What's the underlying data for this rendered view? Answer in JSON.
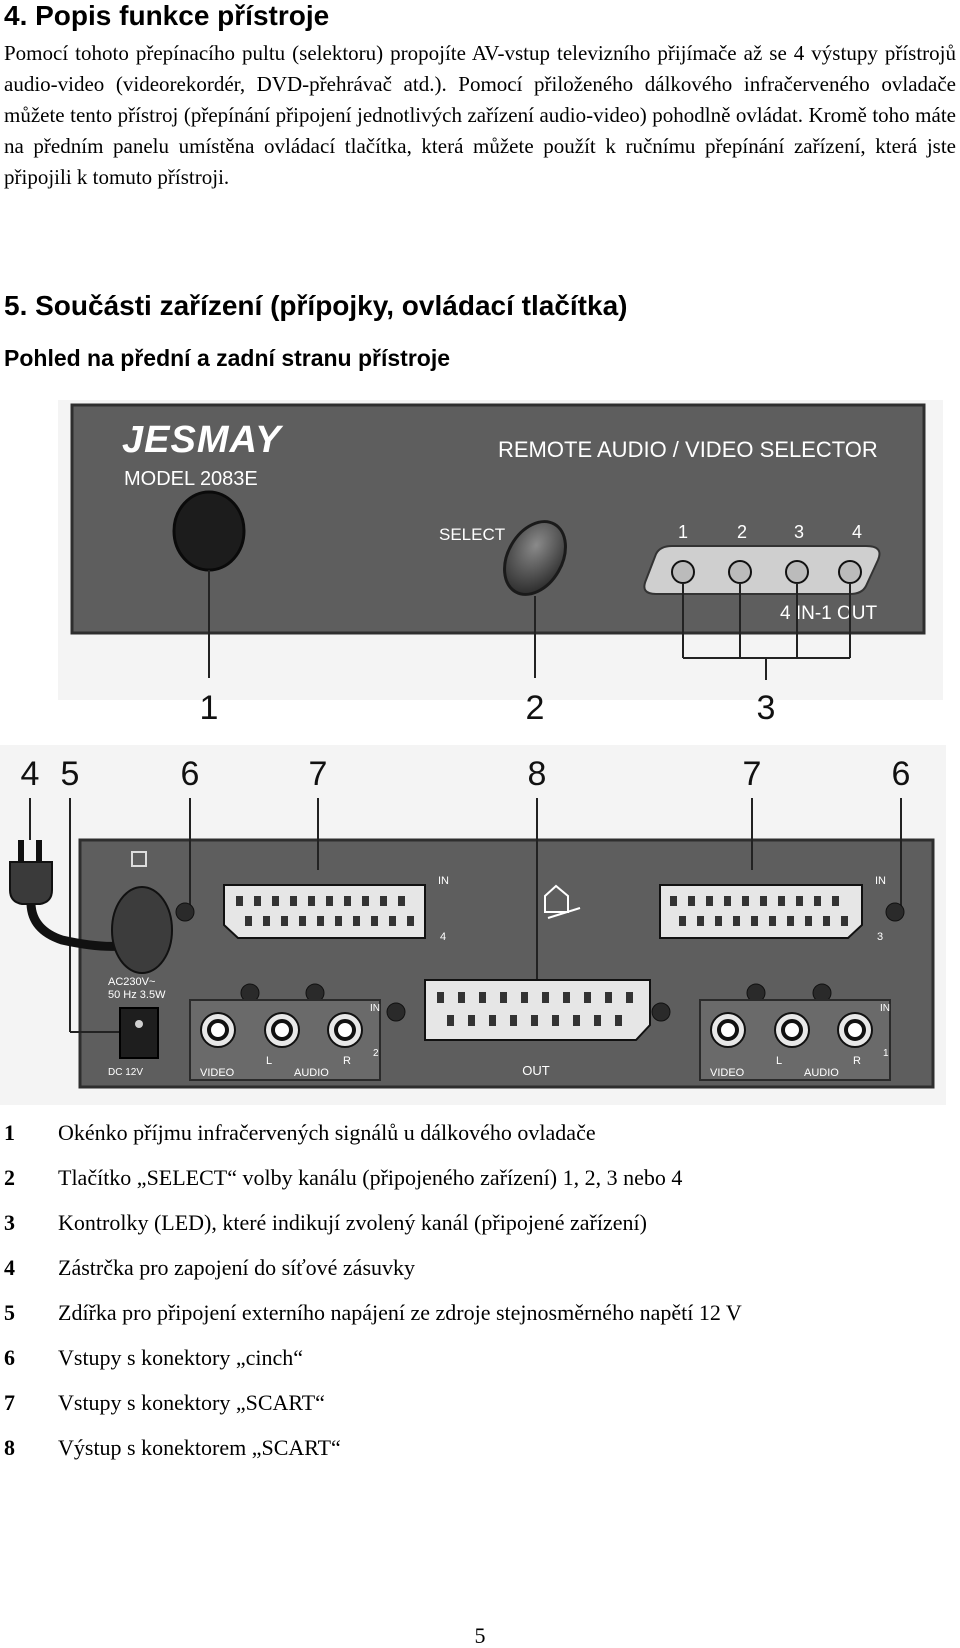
{
  "section4": {
    "heading": "4. Popis funkce přístroje",
    "paragraph": "Pomocí tohoto přepínacího pultu (selektoru) propojíte AV-vstup televizního přijímače až se 4 výstupy přístrojů audio-video (videorekordér, DVD-přehrávač atd.). Pomocí přiloženého dálkového infračerveného ovladače můžete tento přístroj (přepínání připojení jednotlivých zařízení audio-video) pohodlně ovládat. Kromě toho máte na předním panelu umístěna ovládací tlačítka, která můžete použít k ručnímu přepínání zařízení, která jste připojili k tomuto přístroji."
  },
  "section5": {
    "heading": "5. Součásti zařízení (přípojky, ovládací tlačítka)",
    "subheading": "Pohled na přední a zadní stranu přístroje"
  },
  "front_panel": {
    "brand": "JESMAY",
    "model": "MODEL 2083E",
    "title": "REMOTE AUDIO / VIDEO SELECTOR",
    "select_label": "SELECT",
    "led_labels": [
      "1",
      "2",
      "3",
      "4"
    ],
    "led_caption": "4 IN-1 OUT",
    "callouts": [
      "1",
      "2",
      "3"
    ]
  },
  "rear_panel": {
    "callouts": [
      "4",
      "5",
      "6",
      "7",
      "8",
      "7",
      "6"
    ],
    "in_label": "IN",
    "scart_left_num": "4",
    "scart_right_num": "3",
    "power_rating": [
      "AC230V~",
      "50 Hz 3.5W"
    ],
    "dc_label": "DC 12V",
    "out_label": "OUT",
    "video_label": "VIDEO",
    "audio_label": "AUDIO",
    "l_label": "L",
    "r_label": "R",
    "cinch_left_num": "2",
    "cinch_right_num": "1"
  },
  "legend": [
    {
      "num": "1",
      "text": "Okénko příjmu infračervených signálů u dálkového ovladače"
    },
    {
      "num": "2",
      "text": "Tlačítko „SELECT“ volby kanálu (připojeného zařízení) 1, 2, 3 nebo 4"
    },
    {
      "num": "3",
      "text": "Kontrolky (LED), které indikují zvolený kanál (připojené zařízení)"
    },
    {
      "num": "4",
      "text": "Zástrčka pro zapojení do síťové zásuvky"
    },
    {
      "num": "5",
      "text": "Zdířka pro připojení externího napájení ze zdroje stejnosměrného napětí 12 V"
    },
    {
      "num": "6",
      "text": "Vstupy s konektory „cinch“"
    },
    {
      "num": "7",
      "text": "Vstupy s konektory „SCART“"
    },
    {
      "num": "8",
      "text": "Výstup s konektorem „SCART“"
    }
  ],
  "page_number": "5"
}
